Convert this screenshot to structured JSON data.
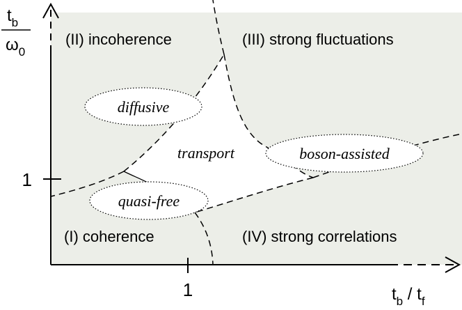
{
  "colors": {
    "region_fill": "#eceee8",
    "transport_fill": "#ffffff",
    "line": "#000000"
  },
  "axes": {
    "y_label_top": "t",
    "y_label_top_sub": "b",
    "y_label_bottom": "ω",
    "y_label_bottom_sub": "0",
    "x_label": "t",
    "x_label_sub1": "b",
    "x_label_mid": " / t",
    "x_label_sub2": "f",
    "x_tick": "1",
    "y_tick": "1"
  },
  "regions": {
    "incoherence": "(II) incoherence",
    "strong_fluctuations": "(III) strong fluctuations",
    "coherence": "(I) coherence",
    "strong_correlations": "(IV) strong correlations",
    "transport": "transport"
  },
  "bubbles": {
    "diffusive": "diffusive",
    "boson_assisted": "boson-assisted",
    "quasi_free": "quasi-free"
  }
}
